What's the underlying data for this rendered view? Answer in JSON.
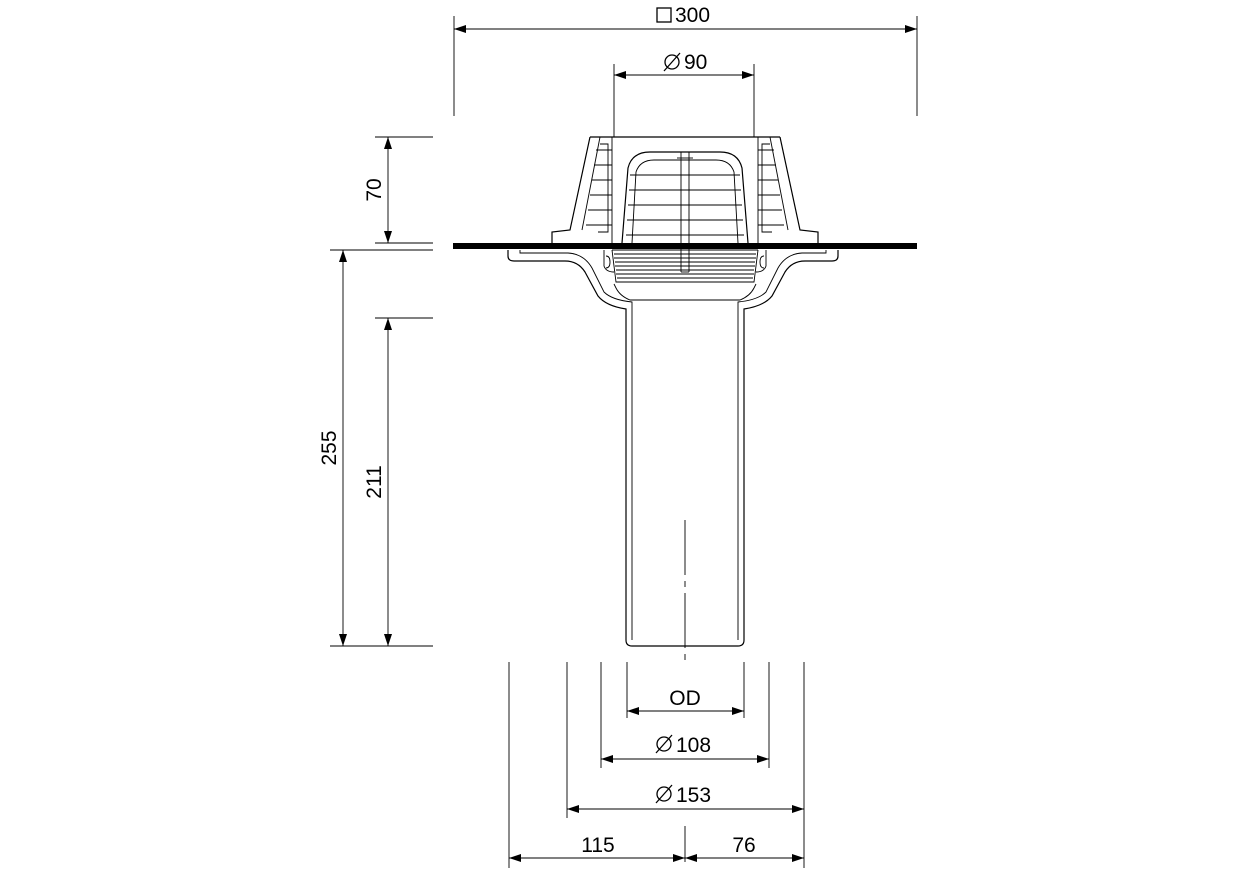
{
  "dimensions": {
    "top_width": {
      "symbol": "square",
      "value": "300"
    },
    "outlet_top": {
      "symbol": "diameter",
      "value": "90"
    },
    "height_above": {
      "value": "70"
    },
    "height_total": {
      "value": "255"
    },
    "height_pipe": {
      "value": "211"
    },
    "od": {
      "label": "OD"
    },
    "d108": {
      "symbol": "diameter",
      "value": "108"
    },
    "d153": {
      "symbol": "diameter",
      "value": "153"
    },
    "left_offset": {
      "value": "115"
    },
    "right_offset": {
      "value": "76"
    }
  },
  "colors": {
    "line": "#000000",
    "background": "#ffffff",
    "membrane": "#000000"
  }
}
